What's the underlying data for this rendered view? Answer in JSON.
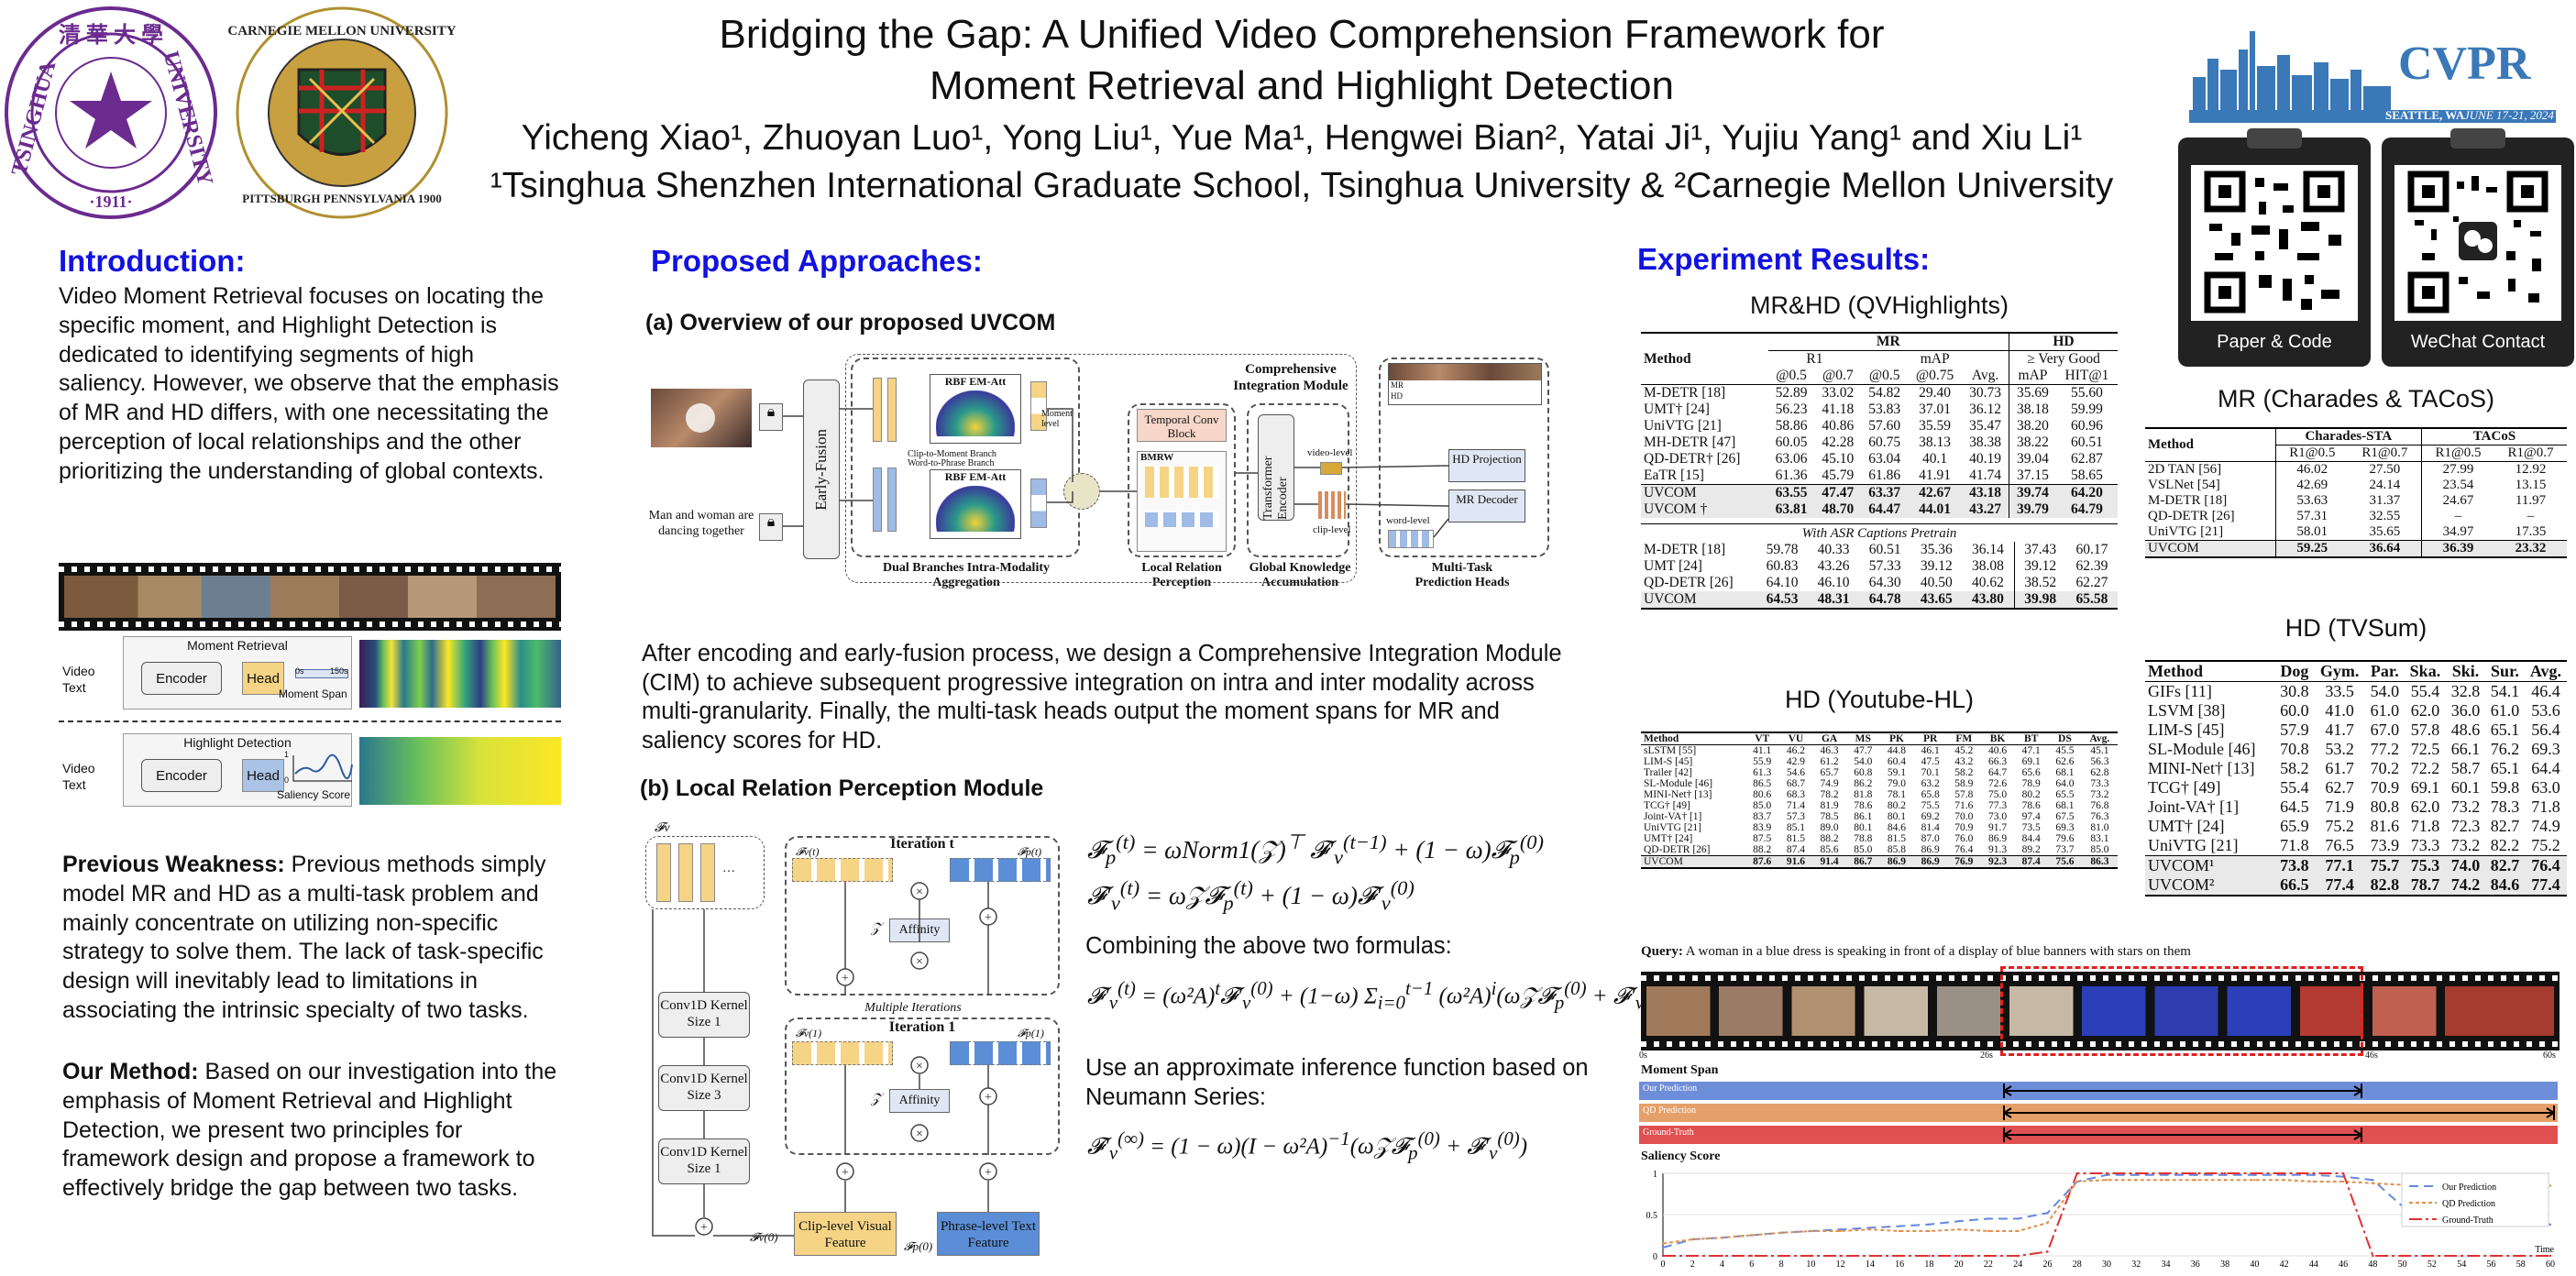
{
  "header": {
    "title_line1": "Bridging the Gap: A Unified Video Comprehension Framework for",
    "title_line2": "Moment Retrieval and Highlight Detection",
    "authors": "Yicheng Xiao¹, Zhuoyan Luo¹, Yong Liu¹, Yue Ma¹, Hengwei Bian², Yatai Ji¹, Yujiu Yang¹ and Xiu Li¹",
    "affiliations": "¹Tsinghua Shenzhen International Graduate School, Tsinghua University & ²Carnegie Mellon University",
    "tsinghua_seal_text": "TSINGHUA UNIVERSITY · 1911 ·",
    "cmu_seal_text": "CARNEGIE MELLON UNIVERSITY · PITTSBURGH PENNSYLVANIA 1900",
    "cvpr": {
      "name": "CVPR",
      "location": "SEATTLE, WA",
      "dates": "JUNE 17-21, 2024"
    },
    "qr_paper_label": "Paper & Code",
    "qr_wechat_label": "WeChat Contact"
  },
  "intro": {
    "heading": "Introduction:",
    "text": "Video Moment Retrieval focuses on locating the specific moment, and Highlight Detection is dedicated to identifying segments of high saliency. However, we observe that the emphasis of MR and HD differs, with one necessitating the perception of local relationships and the other prioritizing the understanding of global contexts.",
    "mr_fig": {
      "title": "Moment Retrieval",
      "video": "Video",
      "text": "Text",
      "encoder": "Encoder",
      "head": "Head",
      "output": "Moment Span",
      "span_start": "0s",
      "span_end": "150s"
    },
    "hd_fig": {
      "title": "Highlight Detection",
      "video": "Video",
      "text": "Text",
      "encoder": "Encoder",
      "head": "Head",
      "output": "Saliency Score",
      "axis_one": "1",
      "axis_zero": "0"
    },
    "weakness_label": "Previous Weakness:",
    "weakness_text": " Previous methods simply model MR and HD as a multi-task problem and mainly concentrate on utilizing non-specific strategy to solve them. The lack of task-specific design will inevitably lead to limitations in associating the intrinsic specialty of two tasks.",
    "method_label": "Our  Method:",
    "method_text": " Based on our investigation into the emphasis of Moment Retrieval and Highlight Detection, we present two principles for framework design and propose a framework to effectively bridge the gap between two tasks."
  },
  "approach": {
    "heading": "Proposed Approaches:",
    "sub_a": "(a) Overview of our proposed UVCOM",
    "sub_b": "(b) Local Relation Perception Module",
    "desc": "After encoding and early-fusion process, we design a Comprehensive Integration Module (CIM) to achieve subsequent progressive integration on intra and inter modality across multi-granularity. Finally, the multi-task heads output the moment spans for MR and saliency scores for HD.",
    "diagram_a": {
      "query": "Man and woman are dancing together",
      "early_fusion": "Early-Fusion",
      "rbf1": "RBF EM-Att",
      "rbf2": "RBF EM-Att",
      "branch1": "Clip-to-Moment Branch",
      "branch2": "Word-to-Phrase Branch",
      "dual": "Dual Branches Intra-Modality Aggregation",
      "moment_level": "Moment level",
      "temporal_conv": "Temporal Conv Block",
      "bmrw": "BMRW",
      "local_rel": "Local Relation Perception",
      "transformer_enc": "Transformer Encoder",
      "global_acc": "Global Knowledge Accumulation",
      "cim": "Comprehensive Integration Module",
      "video_level": "video-level",
      "clip_level": "clip-level",
      "word_level": "word-level",
      "hd_proj": "HD Projection",
      "mr_dec": "MR Decoder",
      "heads": "Multi-Task Prediction Heads",
      "mr_tag": "MR",
      "hd_tag": "HD"
    },
    "diagram_b": {
      "fv": "𝓕v",
      "iter_t": "Iteration t",
      "iter_1": "Iteration 1",
      "multi_iter": "Multiple Iterations",
      "affinity": "Affinity",
      "z": "𝒵",
      "conv1": "Conv1D Kernel Size 1",
      "conv3": "Conv1D Kernel Size 3",
      "conv1b": "Conv1D Kernel Size 1",
      "clip_feat": "Clip-level Visual Feature",
      "phrase_feat": "Phrase-level Text Feature",
      "fv0": "𝓕v(0)",
      "fp0": "𝓕p(0)",
      "fvt": "𝓕v(t)",
      "fpt": "𝓕p(t)",
      "fv1": "𝓕v(1)",
      "fp1": "𝓕p(1)"
    },
    "eq_intro": "Combining the above two formulas:",
    "eq_approx": "Use an approximate inference function based on Neumann Series:"
  },
  "results": {
    "heading": "Experiment Results:",
    "qvh": {
      "title": "MR&HD (QVHighlights)",
      "head_mr": "MR",
      "head_hd": "HD",
      "head_method": "Method",
      "head_r1": "R1",
      "head_map": "mAP",
      "head_vg": "≥ Very Good",
      "cols": [
        "@0.5",
        "@0.7",
        "@0.5",
        "@0.75",
        "Avg.",
        "mAP",
        "HIT@1"
      ],
      "rows": [
        {
          "m": "M-DETR [18]",
          "v": [
            "52.89",
            "33.02",
            "54.82",
            "29.40",
            "30.73",
            "35.69",
            "55.60"
          ]
        },
        {
          "m": "UMT† [24]",
          "v": [
            "56.23",
            "41.18",
            "53.83",
            "37.01",
            "36.12",
            "38.18",
            "59.99"
          ]
        },
        {
          "m": "UniVTG [21]",
          "v": [
            "58.86",
            "40.86",
            "57.60",
            "35.59",
            "35.47",
            "38.20",
            "60.96"
          ]
        },
        {
          "m": "MH-DETR [47]",
          "v": [
            "60.05",
            "42.28",
            "60.75",
            "38.13",
            "38.38",
            "38.22",
            "60.51"
          ]
        },
        {
          "m": "QD-DETR† [26]",
          "v": [
            "63.06",
            "45.10",
            "63.04",
            "40.1",
            "40.19",
            "39.04",
            "62.87"
          ]
        },
        {
          "m": "EaTR [15]",
          "v": [
            "61.36",
            "45.79",
            "61.86",
            "41.91",
            "41.74",
            "37.15",
            "58.65"
          ]
        },
        {
          "m": "UVCOM",
          "v": [
            "63.55",
            "47.47",
            "63.37",
            "42.67",
            "43.18",
            "39.74",
            "64.20"
          ],
          "grey": true
        },
        {
          "m": "UVCOM †",
          "v": [
            "63.81",
            "48.70",
            "64.47",
            "44.01",
            "43.27",
            "39.79",
            "64.79"
          ],
          "grey": true
        }
      ],
      "asr_caption": "With ASR Captions Pretrain",
      "asr_rows": [
        {
          "m": "M-DETR [18]",
          "v": [
            "59.78",
            "40.33",
            "60.51",
            "35.36",
            "36.14",
            "37.43",
            "60.17"
          ]
        },
        {
          "m": "UMT [24]",
          "v": [
            "60.83",
            "43.26",
            "57.33",
            "39.12",
            "38.08",
            "39.12",
            "62.39"
          ]
        },
        {
          "m": "QD-DETR [26]",
          "v": [
            "64.10",
            "46.10",
            "64.30",
            "40.50",
            "40.62",
            "38.52",
            "62.27"
          ]
        },
        {
          "m": "UVCOM",
          "v": [
            "64.53",
            "48.31",
            "64.78",
            "43.65",
            "43.80",
            "39.98",
            "65.58"
          ],
          "grey": true
        }
      ]
    },
    "yt": {
      "title": "HD (Youtube-HL)",
      "cols": [
        "Method",
        "VT",
        "VU",
        "GA",
        "MS",
        "PK",
        "PR",
        "FM",
        "BK",
        "BT",
        "DS",
        "Avg."
      ],
      "rows": [
        [
          "sLSTM [55]",
          "41.1",
          "46.2",
          "46.3",
          "47.7",
          "44.8",
          "46.1",
          "45.2",
          "40.6",
          "47.1",
          "45.5",
          "45.1"
        ],
        [
          "LIM-S [45]",
          "55.9",
          "42.9",
          "61.2",
          "54.0",
          "60.4",
          "47.5",
          "43.2",
          "66.3",
          "69.1",
          "62.6",
          "56.3"
        ],
        [
          "Trailer [42]",
          "61.3",
          "54.6",
          "65.7",
          "60.8",
          "59.1",
          "70.1",
          "58.2",
          "64.7",
          "65.6",
          "68.1",
          "62.8"
        ],
        [
          "SL-Module [46]",
          "86.5",
          "68.7",
          "74.9",
          "86.2",
          "79.0",
          "63.2",
          "58.9",
          "72.6",
          "78.9",
          "64.0",
          "73.3"
        ],
        [
          "MINI-Net† [13]",
          "80.6",
          "68.3",
          "78.2",
          "81.8",
          "78.1",
          "65.8",
          "57.8",
          "75.0",
          "80.2",
          "65.5",
          "73.2"
        ],
        [
          "TCG† [49]",
          "85.0",
          "71.4",
          "81.9",
          "78.6",
          "80.2",
          "75.5",
          "71.6",
          "77.3",
          "78.6",
          "68.1",
          "76.8"
        ],
        [
          "Joint-VA† [1]",
          "83.7",
          "57.3",
          "78.5",
          "86.1",
          "80.1",
          "69.2",
          "70.0",
          "73.0",
          "97.4",
          "67.5",
          "76.3"
        ],
        [
          "UniVTG [21]",
          "83.9",
          "85.1",
          "89.0",
          "80.1",
          "84.6",
          "81.4",
          "70.9",
          "91.7",
          "73.5",
          "69.3",
          "81.0"
        ],
        [
          "UMT† [24]",
          "87.5",
          "81.5",
          "88.2",
          "78.8",
          "81.5",
          "87.0",
          "76.0",
          "86.9",
          "84.4",
          "79.6",
          "83.1"
        ],
        [
          "QD-DETR [26]",
          "88.2",
          "87.4",
          "85.6",
          "85.0",
          "85.8",
          "86.9",
          "76.4",
          "91.3",
          "89.2",
          "73.7",
          "85.0"
        ]
      ],
      "uv": [
        "UVCOM",
        "87.6",
        "91.6",
        "91.4",
        "86.7",
        "86.9",
        "86.9",
        "76.9",
        "92.3",
        "87.4",
        "75.6",
        "86.3"
      ]
    },
    "cha": {
      "title": "MR (Charades & TACoS)",
      "head_method": "Method",
      "head_cha": "Charades-STA",
      "head_tac": "TACoS",
      "cols": [
        "R1@0.5",
        "R1@0.7",
        "R1@0.5",
        "R1@0.7"
      ],
      "rows": [
        [
          "2D TAN [56]",
          "46.02",
          "27.50",
          "27.99",
          "12.92"
        ],
        [
          "VSLNet [54]",
          "42.69",
          "24.14",
          "23.54",
          "13.15"
        ],
        [
          "M-DETR [18]",
          "53.63",
          "31.37",
          "24.67",
          "11.97"
        ],
        [
          "QD-DETR [26]",
          "57.31",
          "32.55",
          "–",
          "–"
        ],
        [
          "UniVTG [21]",
          "58.01",
          "35.65",
          "34.97",
          "17.35"
        ]
      ],
      "uv": [
        "UVCOM",
        "59.25",
        "36.64",
        "36.39",
        "23.32"
      ]
    },
    "tvs": {
      "title": "HD (TVSum)",
      "cols": [
        "Method",
        "Dog",
        "Gym.",
        "Par.",
        "Ska.",
        "Ski.",
        "Sur.",
        "Avg."
      ],
      "rows": [
        [
          "GIFs [11]",
          "30.8",
          "33.5",
          "54.0",
          "55.4",
          "32.8",
          "54.1",
          "46.4"
        ],
        [
          "LSVM [38]",
          "60.0",
          "41.0",
          "61.0",
          "62.0",
          "36.0",
          "61.0",
          "53.6"
        ],
        [
          "LIM-S [45]",
          "57.9",
          "41.7",
          "67.0",
          "57.8",
          "48.6",
          "65.1",
          "56.4"
        ],
        [
          "SL-Module [46]",
          "70.8",
          "53.2",
          "77.2",
          "72.5",
          "66.1",
          "76.2",
          "69.3"
        ],
        [
          "MINI-Net† [13]",
          "58.2",
          "61.7",
          "70.2",
          "72.2",
          "58.7",
          "65.1",
          "64.4"
        ],
        [
          "TCG† [49]",
          "55.4",
          "62.7",
          "70.9",
          "69.1",
          "60.1",
          "59.8",
          "63.0"
        ],
        [
          "Joint-VA† [1]",
          "64.5",
          "71.9",
          "80.8",
          "62.0",
          "73.2",
          "78.3",
          "71.8"
        ],
        [
          "UMT† [24]",
          "65.9",
          "75.2",
          "81.6",
          "71.8",
          "72.3",
          "82.7",
          "74.9"
        ],
        [
          "UniVTG [21]",
          "71.8",
          "76.5",
          "73.9",
          "73.3",
          "73.2",
          "82.2",
          "75.2"
        ]
      ],
      "uv1": [
        "UVCOM¹",
        "73.8",
        "77.1",
        "75.7",
        "75.3",
        "74.0",
        "82.7",
        "76.4"
      ],
      "uv2": [
        "UVCOM²",
        "66.5",
        "77.4",
        "82.8",
        "78.7",
        "74.2",
        "84.6",
        "77.4"
      ]
    },
    "qual": {
      "query_label": "Query:",
      "query_text": " A woman in a blue dress is speaking in front of a display of blue banners with stars on them",
      "t0": "0s",
      "t26": "26s",
      "t46": "46s",
      "t60": "60s",
      "moment_span": "Moment Span",
      "our_pred": "Our Prediction",
      "qd_pred": "QD Prediction",
      "gt": "Ground-Truth",
      "saliency": "Saliency Score",
      "y1": "1",
      "y05": "0.5",
      "y0": "0",
      "time_label": "Time",
      "x_ticks": [
        "0",
        "2",
        "4",
        "6",
        "8",
        "10",
        "12",
        "14",
        "16",
        "18",
        "20",
        "22",
        "24",
        "26",
        "28",
        "30",
        "32",
        "34",
        "36",
        "38",
        "40",
        "42",
        "44",
        "46",
        "48",
        "50",
        "52",
        "54",
        "56",
        "58",
        "60"
      ],
      "colors": {
        "ours": "#6688dd",
        "qd": "#e0904c",
        "gt": "#e03030"
      }
    }
  },
  "chart_data": {
    "type": "line",
    "title": "Saliency Score",
    "xlabel": "Time",
    "ylabel": "",
    "x": [
      0,
      2,
      4,
      6,
      8,
      10,
      12,
      14,
      16,
      18,
      20,
      22,
      24,
      26,
      28,
      30,
      32,
      34,
      36,
      38,
      40,
      42,
      44,
      46,
      48,
      50,
      52,
      54,
      56,
      58,
      60
    ],
    "ylim": [
      0,
      1
    ],
    "series": [
      {
        "name": "Our Prediction",
        "values": [
          0.1,
          0.2,
          0.22,
          0.25,
          0.28,
          0.3,
          0.32,
          0.34,
          0.36,
          0.38,
          0.42,
          0.45,
          0.45,
          0.52,
          0.9,
          0.98,
          0.98,
          0.98,
          0.98,
          0.98,
          0.98,
          0.98,
          0.98,
          0.96,
          0.92,
          0.6,
          0.5,
          0.45,
          0.42,
          0.4,
          0.38
        ]
      },
      {
        "name": "QD Prediction",
        "values": [
          0.15,
          0.2,
          0.22,
          0.25,
          0.28,
          0.3,
          0.3,
          0.32,
          0.3,
          0.3,
          0.32,
          0.3,
          0.3,
          0.4,
          0.9,
          0.92,
          0.92,
          0.92,
          0.92,
          0.92,
          0.92,
          0.92,
          0.9,
          0.9,
          0.88,
          0.86,
          0.85,
          0.85,
          0.85,
          0.85,
          0.85
        ]
      },
      {
        "name": "Ground-Truth",
        "values": [
          0,
          0,
          0,
          0,
          0,
          0,
          0,
          0,
          0,
          0,
          0,
          0,
          0,
          0.05,
          1,
          1,
          1,
          1,
          1,
          1,
          1,
          1,
          1,
          1,
          0,
          0,
          0,
          0,
          0,
          0,
          0
        ]
      }
    ],
    "legend": "top-right"
  }
}
